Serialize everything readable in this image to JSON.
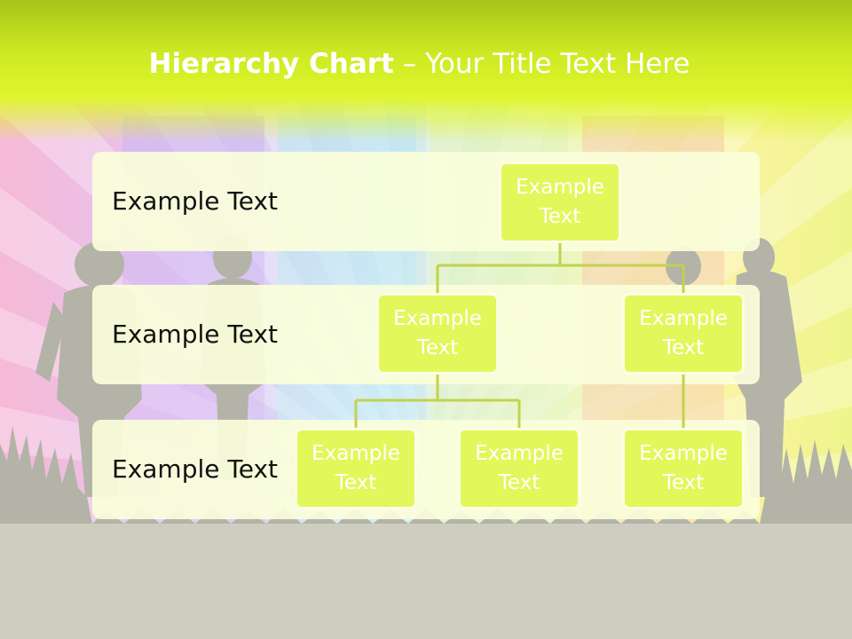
{
  "title": {
    "bold": "Hierarchy Chart",
    "rest": " – Your Title Text Here"
  },
  "levels": [
    {
      "label": "Example Text"
    },
    {
      "label": "Example Text"
    },
    {
      "label": "Example Text"
    }
  ],
  "nodes": {
    "root": {
      "line1": "Example",
      "line2": "Text"
    },
    "mid_left": {
      "line1": "Example",
      "line2": "Text"
    },
    "mid_right": {
      "line1": "Example",
      "line2": "Text"
    },
    "leaf_left": {
      "line1": "Example",
      "line2": "Text"
    },
    "leaf_center": {
      "line1": "Example",
      "line2": "Text"
    },
    "leaf_right": {
      "line1": "Example",
      "line2": "Text"
    }
  },
  "colors": {
    "header": "#ccea24",
    "node_fill": "#e2f75a",
    "connector": "#c2d24e",
    "band": "#fafeda"
  }
}
